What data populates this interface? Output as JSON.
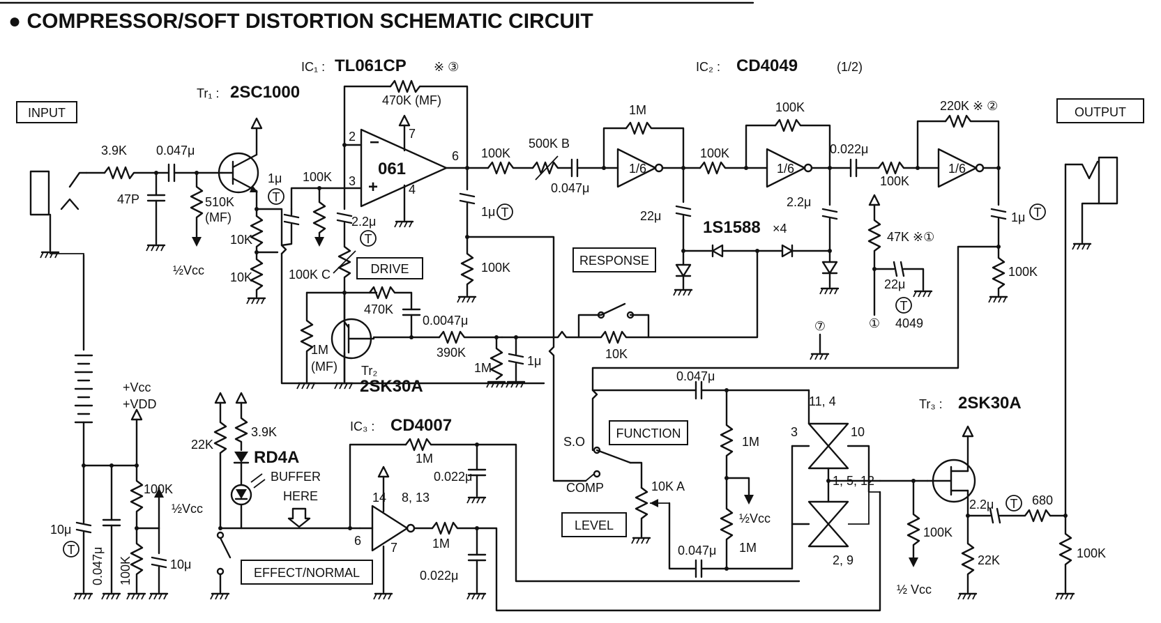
{
  "title": "● COMPRESSOR/SOFT DISTORTION SCHEMATIC CIRCUIT",
  "boxes": {
    "input": "INPUT",
    "output": "OUTPUT",
    "drive": "DRIVE",
    "response": "RESPONSE",
    "function": "FUNCTION",
    "level": "LEVEL",
    "effect_normal": "EFFECT/NORMAL"
  },
  "ics": {
    "ic1_prefix": "IC₁ :",
    "ic1": "TL061CP",
    "ic1_note": "※ ③",
    "ic1_body": "061",
    "ic2_prefix": "IC₂ :",
    "ic2": "CD4049",
    "ic2_suffix": "(1/2)",
    "ic3_prefix": "IC₃ :",
    "ic3": "CD4007",
    "inv": "1/6"
  },
  "transistors": {
    "tr1_prefix": "Tr₁ :",
    "tr1": "2SC1000",
    "tr2_prefix": "Tr₂",
    "tr2": "2SK30A",
    "tr3_prefix": "Tr₃ :",
    "tr3": "2SK30A"
  },
  "labels": {
    "r39k": "3.9K",
    "c0047u": "0.047μ",
    "c47p": "47P",
    "r510k": "510K",
    "mf": "(MF)",
    "half_vcc": "½Vcc",
    "r10k_a": "10K",
    "r10k_b": "10K",
    "c1u_t": "1μ",
    "r100k_in": "100K",
    "c22u_in": "2.2μ",
    "r100kc": "100K C",
    "r470k_fb": "470K (MF)",
    "pin2": "2",
    "pin3": "3",
    "pin4": "4",
    "pin6": "6",
    "pin7": "7",
    "r100k_out": "100K",
    "vr500kb": "500K B",
    "c0047u_b": "0.047μ",
    "c1u_out": "1μ",
    "r100k_gnd": "100K",
    "r1m": "1M",
    "r100k_b": "100K",
    "r100k_c": "100K",
    "r100k_d": "100K",
    "c0022u": "0.022μ",
    "r100k_e": "100K",
    "r220k": "220K ※ ②",
    "c22u_a": "22μ",
    "c22u_b": "2.2μ",
    "diode": "1S1588",
    "diode_x": "×4",
    "r47k": "47K ※①",
    "c22u_c": "22μ",
    "c1u_right": "1μ",
    "r100k_right": "100K",
    "pin_1": "①",
    "ic4049": "4049",
    "pin_7": "⑦",
    "r470k_tr2": "470K",
    "c00047u": "0.0047μ",
    "r390k": "390K",
    "r1m_gnd": "1M",
    "c1u_tr2": "1μ",
    "r10k_sw": "10K",
    "r1m_mf": "1M",
    "mf2": "(MF)",
    "vcc": "+Vcc",
    "vdd": "+VDD",
    "c10u": "10μ",
    "c0047u_bat": "0.047μ",
    "r100k_bat": "100K",
    "r100k_bat2": "100K",
    "half_vcc_2": "½Vcc",
    "c10u_b": "10μ",
    "r22k": "22K",
    "r39k_led": "3.9K",
    "rd4a": "RD4A",
    "buffer": "BUFFER",
    "here": "HERE",
    "pin14": "14",
    "pin8_13": "8, 13",
    "pin6_b": "6",
    "pin7_b": "7",
    "r1m_ic3a": "1M",
    "c0022u_a": "0.022μ",
    "r1m_ic3b": "1M",
    "c0022u_b": "0.022μ",
    "c0047u_f": "0.047μ",
    "r1m_f": "1M",
    "half_vcc_f": "½Vcc",
    "r1m_f2": "1M",
    "c0047u_g": "0.047μ",
    "so": "S.O",
    "comp": "COMP",
    "vr10ka": "10K A",
    "pin11_4": "11, 4",
    "pin3_b": "3",
    "pin10": "10",
    "pin1_5_12": "1, 5, 12",
    "pin2_9": "2, 9",
    "r100k_tr3": "100K",
    "half_vcc_tr3": "½ Vcc",
    "c22u_tr3": "2.2μ",
    "r680": "680",
    "r22k_tr3": "22K",
    "r100k_out2": "100K"
  }
}
